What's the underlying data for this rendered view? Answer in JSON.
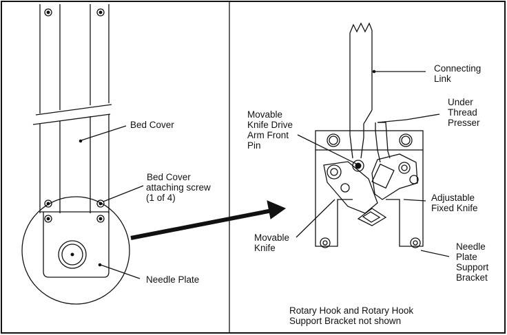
{
  "left_panel": {
    "bed_cover": "Bed Cover",
    "screw_line1": "Bed Cover",
    "screw_line2": "attaching screw",
    "screw_line3": "(1 of 4)",
    "needle_plate": "Needle Plate"
  },
  "right_panel": {
    "connecting_link_1": "Connecting",
    "connecting_link_2": "Link",
    "under_thread_1": "Under",
    "under_thread_2": "Thread",
    "under_thread_3": "Presser",
    "movable_drive_1": "Movable",
    "movable_drive_2": "Knife Drive",
    "movable_drive_3": "Arm Front",
    "movable_drive_4": "Pin",
    "adjustable_1": "Adjustable",
    "adjustable_2": "Fixed Knife",
    "movable_knife_1": "Movable",
    "movable_knife_2": "Knife",
    "support_1": "Needle",
    "support_2": "Plate",
    "support_3": "Support",
    "support_4": "Bracket",
    "note_1": "Rotary Hook and Rotary Hook",
    "note_2": "Support Bracket not shown"
  }
}
